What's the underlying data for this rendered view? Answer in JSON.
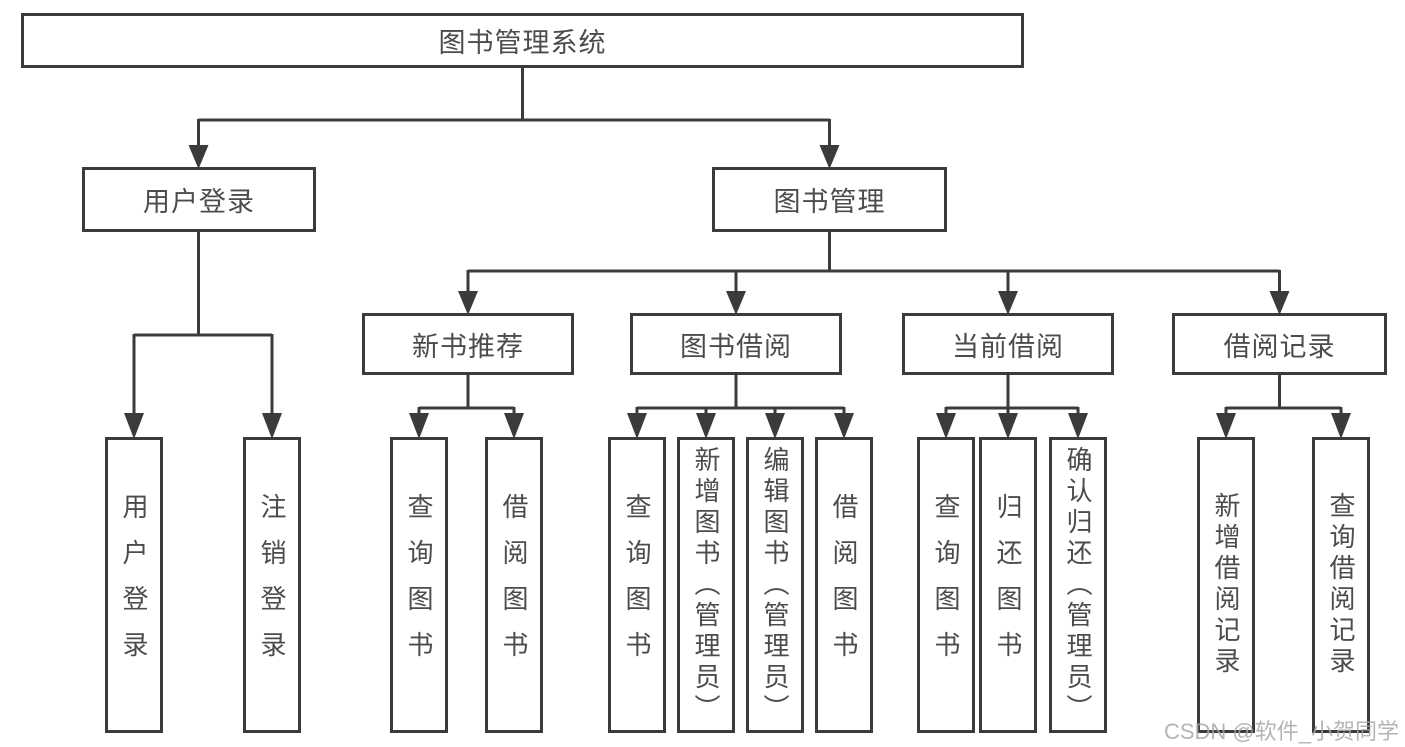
{
  "colors": {
    "line": "#3b3b3b",
    "text": "#4c4c4c",
    "watermark": "#a8a8a8",
    "background": "#ffffff"
  },
  "watermark": "CSDN @软件_小贺同学",
  "nodes": {
    "root": "图书管理系统",
    "level2": [
      "用户登录",
      "图书管理"
    ],
    "level3": [
      "新书推荐",
      "图书借阅",
      "当前借阅",
      "借阅记录"
    ],
    "leaves": {
      "user_login": [
        "用户登录",
        "注销登录"
      ],
      "new_book": [
        "查询图书",
        "借阅图书"
      ],
      "book_borrow": [
        "查询图书",
        "新增图书（管理员）",
        "编辑图书（管理员）",
        "借阅图书"
      ],
      "current_borrow": [
        "查询图书",
        "归还图书",
        "确认归还（管理员）"
      ],
      "borrow_record": [
        "新增借阅记录",
        "查询借阅记录"
      ]
    }
  }
}
